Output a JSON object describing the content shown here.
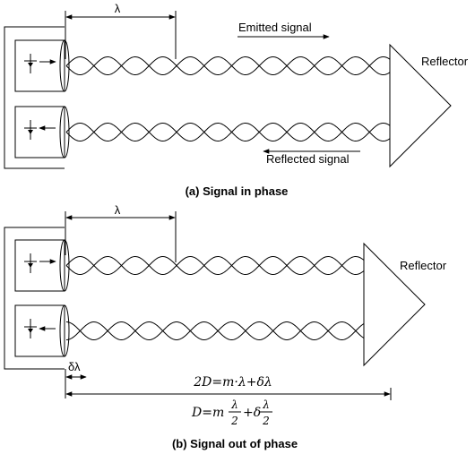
{
  "panel_a": {
    "lambda_label": "λ",
    "emitted_label": "Emitted signal",
    "reflected_label": "Reflected signal",
    "reflector_label": "Reflector",
    "caption": "(a) Signal in phase"
  },
  "panel_b": {
    "lambda_label": "λ",
    "reflector_label": "Reflector",
    "delta_lambda_label": "δλ",
    "equation_1": "2D=m·λ+δλ",
    "equation_2": {
      "lhs": "D=m",
      "frac1_num": "λ",
      "frac1_den": "2",
      "plus": "+δ",
      "frac2_num": "λ",
      "frac2_den": "2"
    },
    "caption": "(b) Signal out of phase"
  }
}
